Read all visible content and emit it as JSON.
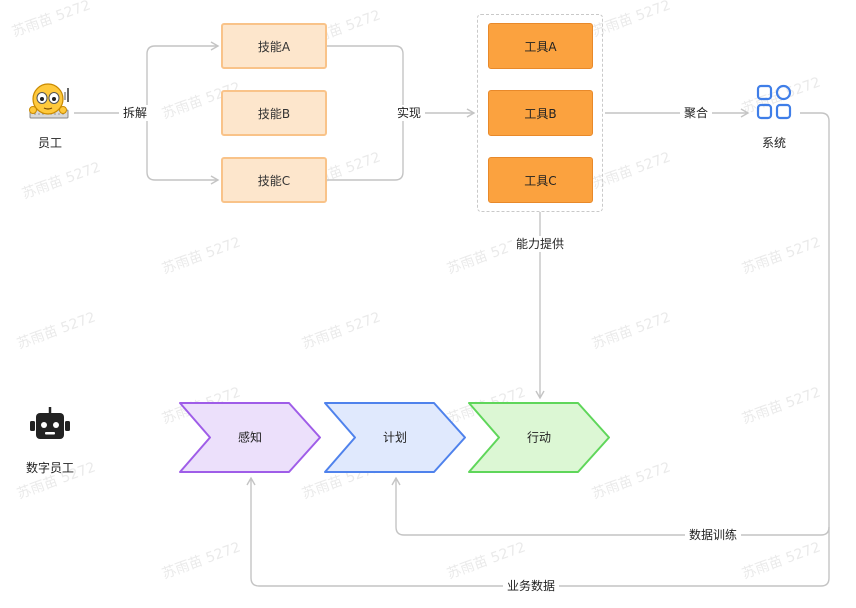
{
  "watermark": "苏雨苗 5272",
  "employee": {
    "label": "员工"
  },
  "digital_employee": {
    "label": "数字员工"
  },
  "skills": [
    "技能A",
    "技能B",
    "技能C"
  ],
  "tools": [
    "工具A",
    "工具B",
    "工具C"
  ],
  "system": {
    "label": "系统"
  },
  "edges": {
    "decompose": "拆解",
    "implement": "实现",
    "aggregate": "聚合",
    "provide": "能力提供",
    "training_data": "数据训练",
    "business_data": "业务数据"
  },
  "stages": [
    {
      "label": "感知",
      "fill": "#ece0fb",
      "stroke": "#9f5de8"
    },
    {
      "label": "计划",
      "fill": "#e0e9fd",
      "stroke": "#4f82ec"
    },
    {
      "label": "行动",
      "fill": "#dcf7d4",
      "stroke": "#5fd65a"
    }
  ],
  "colors": {
    "connector": "#c4c4c4",
    "system_icon": "#3f7ee8",
    "skill_fill": "#fde6cc",
    "tool_fill": "#fba23f"
  }
}
